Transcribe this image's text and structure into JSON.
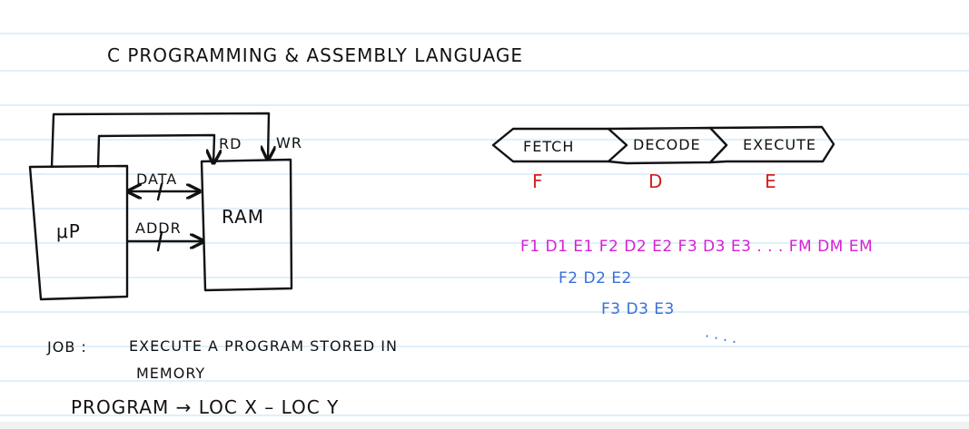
{
  "title": "C PROGRAMMING & ASSEMBLY LANGUAGE",
  "block_diagram": {
    "cpu_label": "μP",
    "ram_label": "RAM",
    "rd_label": "RD",
    "wr_label": "WR",
    "data_label": "DATA",
    "addr_label": "ADDR"
  },
  "pipeline": {
    "stages": [
      {
        "label": "FETCH",
        "letter": "F"
      },
      {
        "label": "DECODE",
        "letter": "D"
      },
      {
        "label": "EXECUTE",
        "letter": "E"
      }
    ],
    "rows": [
      {
        "text": "F1 D1 E1  F2 D2 E2   F3 D3 E3 . . . FM DM EM"
      },
      {
        "text": "F2  D2  E2"
      },
      {
        "text": "F3  D3  E3"
      }
    ],
    "continuation": ". . . ."
  },
  "notes": {
    "job_label": "JOB :",
    "job_text_line1": "EXECUTE  A  PROGRAM STORED IN",
    "job_text_line2": "MEMORY",
    "program_text": "PROGRAM  →  LOC X – LOC Y"
  },
  "colors": {
    "ink": "#111111",
    "stage_letters": "#d62020",
    "row1": "#d61fd6",
    "rows_other": "#3a6fd8",
    "ruled_lines": "#bfe0f4"
  }
}
